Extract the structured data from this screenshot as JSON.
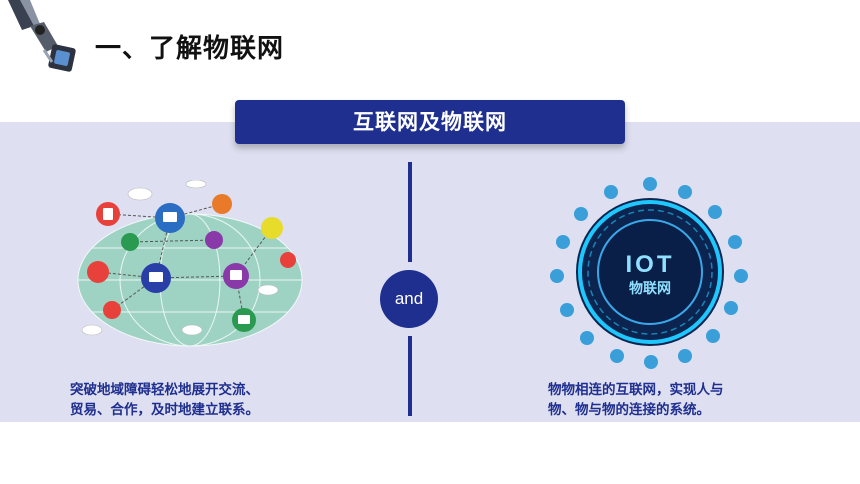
{
  "section": {
    "title": "一、了解物联网"
  },
  "banner": {
    "title": "互联网及物联网"
  },
  "connector": {
    "label": "and"
  },
  "left": {
    "caption_line1": "突破地域障碍轻松地展开交流、",
    "caption_line2": "贸易、合作，及时地建立联系。"
  },
  "right": {
    "caption_line1": "物物相连的互联网，实现人与",
    "caption_line2": "物、物与物的连接的系统。",
    "iot_label": "IOT",
    "iot_sublabel": "物联网"
  },
  "colors": {
    "brand": "#1f2f8f",
    "panel": "#dedff0",
    "globe": "#9ed3c4",
    "ring": "#1ec8ff"
  }
}
